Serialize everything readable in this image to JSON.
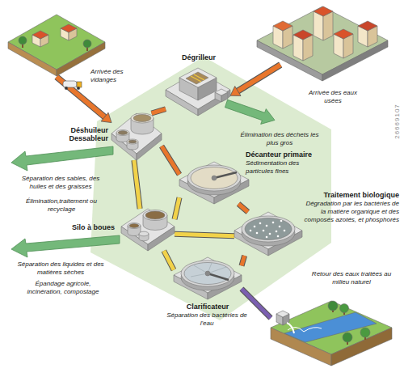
{
  "diagram": {
    "nodes": [
      {
        "text": [
          "Arrivée des vidanges"
        ]
      },
      {
        "text": [
          "Arrivée des eaux usées"
        ]
      },
      {
        "text": [
          "Dégrilleur"
        ]
      },
      {
        "text": [
          "Déshuileur Dessableur"
        ]
      },
      {
        "text": [
          "Décanteur primaire",
          "Sédimentation des particules fines"
        ]
      },
      {
        "text": [
          "Traitement biologique",
          "Dégradation par les bactéries de la matière organique et des composés azotés, et phosphorés"
        ]
      },
      {
        "text": [
          "Silo à boues"
        ]
      },
      {
        "text": [
          "Clarificateur",
          "Séparation des bactéries de l'eau"
        ]
      },
      {
        "text": [
          "Retour des eaux traitées au milieu naturel"
        ]
      }
    ],
    "edges": [
      {
        "from": 0,
        "to": 3,
        "arrow": "to"
      },
      {
        "from": 1,
        "to": 2,
        "arrow": "to"
      },
      {
        "from": 2,
        "to": 3,
        "arrow": "none"
      },
      {
        "from": 3,
        "to": 4,
        "arrow": "none"
      },
      {
        "from": 4,
        "to": 5,
        "arrow": "none"
      },
      {
        "from": 5,
        "to": 7,
        "arrow": "none"
      },
      {
        "from": 3,
        "to": 6,
        "arrow": "none"
      },
      {
        "from": 4,
        "to": 6,
        "arrow": "none"
      },
      {
        "from": 5,
        "to": 6,
        "arrow": "none"
      },
      {
        "from": 7,
        "to": 6,
        "arrow": "none"
      },
      {
        "from": 7,
        "to": 8,
        "arrow": "none"
      }
    ],
    "labels": [
      "Élimination des déchets les plus gros",
      "Séparation des sables, des huiles et des graisses",
      "Élimination,traitement ou recyclage",
      "Séparation des liquides et des matières sèches",
      "Épandage agricole, incinération, compostage",
      "26669107"
    ]
  }
}
